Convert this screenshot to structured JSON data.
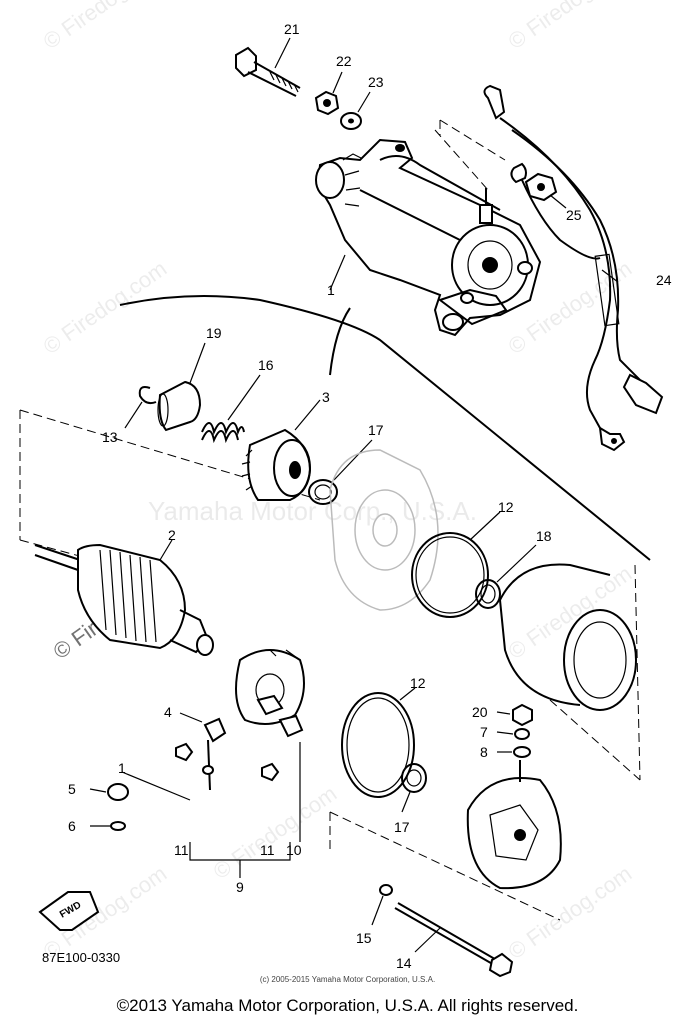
{
  "diagram": {
    "labels": [
      "21",
      "22",
      "23",
      "25",
      "24",
      "1",
      "19",
      "16",
      "3",
      "13",
      "17",
      "12",
      "18",
      "2",
      "20",
      "7",
      "8",
      "4",
      "12",
      "5",
      "6",
      "1",
      "11",
      "11",
      "10",
      "9",
      "17",
      "15",
      "14"
    ],
    "fwd_label": "FWD",
    "watermark_text": "© Firedog.com",
    "center_watermark": "Yamaha Motor Corp., U.S.A."
  },
  "footer": {
    "part_number": "87E100-0330",
    "small_copyright": "(c) 2005-2015 Yamaha Motor Corporation, U.S.A.",
    "copyright": "©2013 Yamaha Motor Corporation, U.S.A. All rights reserved."
  }
}
